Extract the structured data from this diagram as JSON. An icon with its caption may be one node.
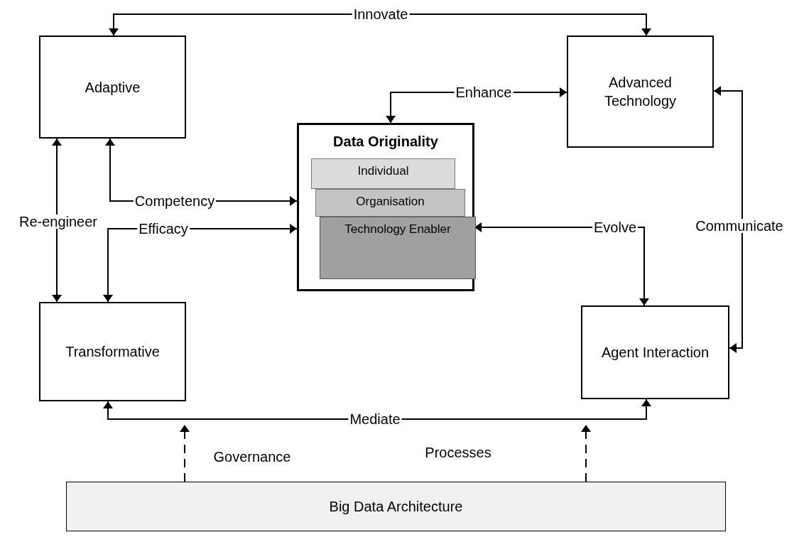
{
  "diagram": {
    "nodes": [
      {
        "text": [
          "Adaptive"
        ]
      },
      {
        "text": [
          "Advanced Technology"
        ]
      },
      {
        "text": [
          "Data Originality"
        ]
      },
      {
        "text": [
          "Individual"
        ],
        "in": 2
      },
      {
        "text": [
          "Organisation"
        ],
        "in": 2
      },
      {
        "text": [
          "Technology Enabler"
        ],
        "in": 2
      },
      {
        "text": [
          "Transformative"
        ]
      },
      {
        "text": [
          "Agent Interaction"
        ]
      },
      {
        "text": [
          "Big Data Architecture"
        ]
      }
    ],
    "edges": [
      {
        "from": 0,
        "to": 1,
        "arrow": "both",
        "label": "Innovate"
      },
      {
        "from": 2,
        "to": 1,
        "arrow": "both",
        "label": "Enhance"
      },
      {
        "from": 0,
        "to": 2,
        "arrow": "both",
        "label": "Competency"
      },
      {
        "from": 0,
        "to": 6,
        "arrow": "both",
        "label": "Re-engineer"
      },
      {
        "from": 6,
        "to": 2,
        "arrow": "both",
        "label": "Efficacy"
      },
      {
        "from": 2,
        "to": 7,
        "arrow": "both",
        "label": "Evolve"
      },
      {
        "from": 1,
        "to": 7,
        "arrow": "both",
        "label": "Communicate"
      },
      {
        "from": 6,
        "to": 7,
        "arrow": "both",
        "label": "Mediate"
      },
      {
        "from": 8,
        "to": null,
        "arrow": "to",
        "label": "Governance",
        "style": "dashed"
      },
      {
        "from": 8,
        "to": null,
        "arrow": "to",
        "style": "dashed"
      }
    ],
    "labels": [
      "Processes"
    ]
  }
}
